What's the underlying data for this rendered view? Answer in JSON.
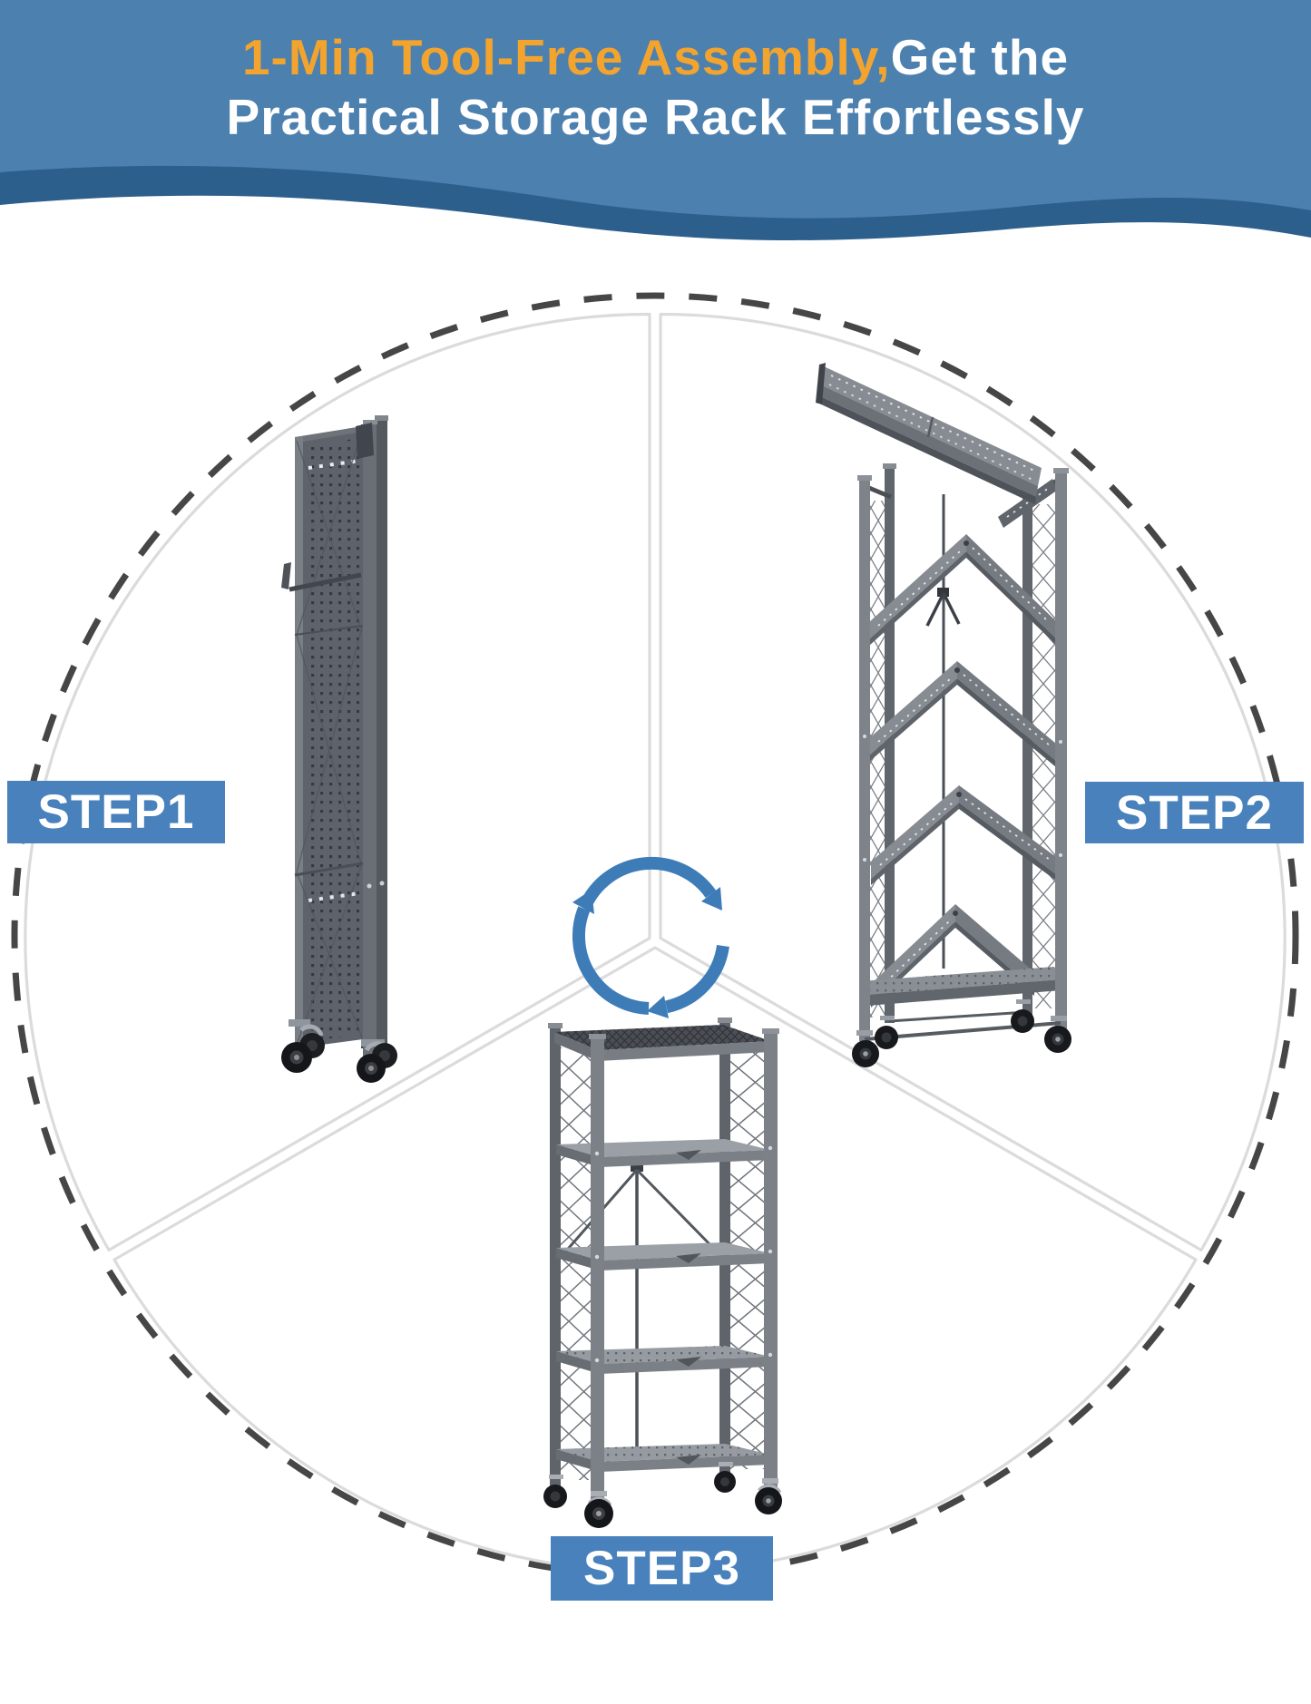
{
  "header": {
    "title_highlight": "1-Min Tool-Free Assembly,",
    "title_rest": "Get the",
    "title_line2": "Practical Storage Rack Effortlessly"
  },
  "steps": [
    {
      "label": "STEP1",
      "illustration": "folded-rack"
    },
    {
      "label": "STEP2",
      "illustration": "half-unfolded-rack"
    },
    {
      "label": "STEP3",
      "illustration": "assembled-rack"
    }
  ],
  "icons": {
    "center": "clockwise-rotation-arrows-icon"
  },
  "colors": {
    "header_background": "#4C80AF",
    "header_wave": "#2D5F8D",
    "headline_highlight": "#F2A42E",
    "headline_text": "#FFFFFF",
    "step_label_background": "#4881BB",
    "step_label_text": "#FFFFFF",
    "rotation_arrow": "#3E7CB8",
    "dashed_circle": "#464646",
    "divider_circle": "#DBDBDB",
    "rack_metal": "#7E838A"
  }
}
